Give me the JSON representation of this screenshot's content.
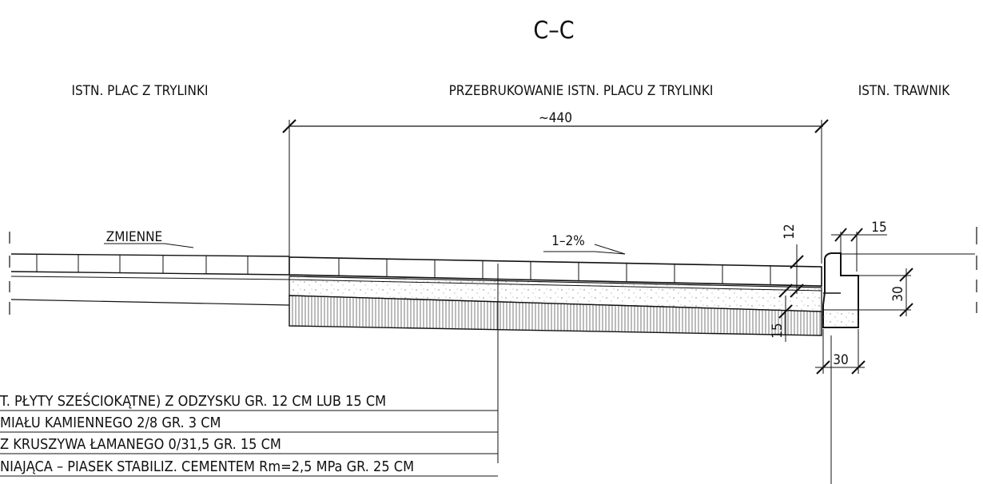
{
  "section_title": "C–C",
  "zones": {
    "left": "ISTN. PLAC Z TRYLINKI",
    "middle": "PRZEBRUKOWANIE ISTN. PLACU Z TRYLINKI",
    "right": "ISTN. TRAWNIK"
  },
  "dimensions": {
    "width": "~440",
    "slope": "1–2%",
    "variable": "ZMIENNE",
    "paving_thickness": "12",
    "base_thickness": "15",
    "curb_width_top": "15",
    "curb_height": "30",
    "curb_width_bottom": "30"
  },
  "legend": [
    "T. PŁYTY SZEŚCIOKĄTNE) Z ODZYSKU GR. 12 CM LUB 15 CM",
    "MIAŁU KAMIENNEGO 2/8 GR. 3 CM",
    "Z KRUSZYWA ŁAMANEGO 0/31,5 GR. 15 CM",
    "NIAJĄCA – PIASEK STABILIZ. CEMENTEM Rm=2,5 MPa GR. 25 CM"
  ],
  "colors": {
    "line": "#111111",
    "background": "#ffffff"
  }
}
